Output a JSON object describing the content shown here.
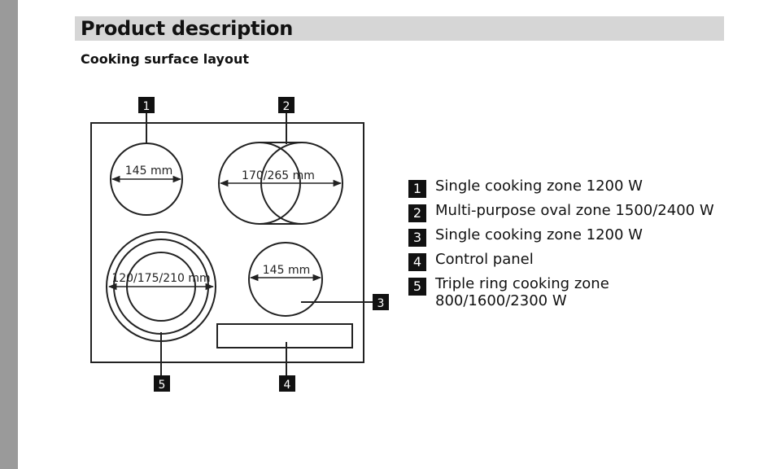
{
  "section": {
    "title": "Product description"
  },
  "subsection": {
    "title": "Cooking surface layout"
  },
  "diagram": {
    "callouts": [
      "1",
      "2",
      "3",
      "4",
      "5"
    ],
    "dimensions": {
      "zone1": "145 mm",
      "zone2": "170/265 mm",
      "zone3": "145 mm",
      "zone5": "120/175/210 mm"
    }
  },
  "legend": {
    "items": [
      {
        "number": "1",
        "text": "Single cooking zone 1200 W"
      },
      {
        "number": "2",
        "text": "Multi-purpose oval zone 1500/2400 W"
      },
      {
        "number": "3",
        "text": "Single cooking zone 1200 W"
      },
      {
        "number": "4",
        "text": "Control panel"
      },
      {
        "number": "5",
        "text": "Triple ring cooking zone",
        "text2": "800/1600/2300 W"
      }
    ]
  }
}
